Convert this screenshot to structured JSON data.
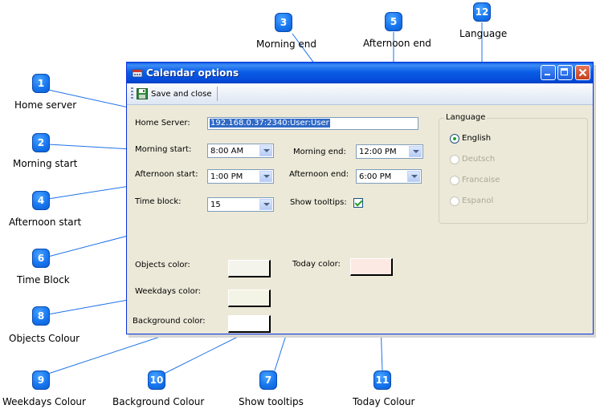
{
  "window": {
    "title": "Calendar options",
    "toolbar": {
      "save_label": "Save and close"
    }
  },
  "form": {
    "home_server": {
      "label": "Home Server:",
      "value": "192.168.0.37:2340:User:User"
    },
    "morning_start": {
      "label": "Morning start:",
      "value": "8:00 AM"
    },
    "morning_end": {
      "label": "Morning end:",
      "value": "12:00 PM"
    },
    "afternoon_start": {
      "label": "Afternoon start:",
      "value": "1:00 PM"
    },
    "afternoon_end": {
      "label": "Afternoon end:",
      "value": "6:00 PM"
    },
    "time_block": {
      "label": "Time block:",
      "value": "15"
    },
    "show_tooltips": {
      "label": "Show tooltips:",
      "checked": true
    },
    "objects_color": {
      "label": "Objects color:",
      "color": "#f4f4ec"
    },
    "weekdays_color": {
      "label": "Weekdays color:",
      "color": "#f4f4e6"
    },
    "background_color": {
      "label": "Background color:",
      "color": "#ffffff"
    },
    "today_color": {
      "label": "Today color:",
      "color": "#fde9e3"
    }
  },
  "language": {
    "title": "Language",
    "options": [
      {
        "label": "English",
        "selected": true,
        "enabled": true
      },
      {
        "label": "Deutsch",
        "selected": false,
        "enabled": false
      },
      {
        "label": "Francaise",
        "selected": false,
        "enabled": false
      },
      {
        "label": "Espanol",
        "selected": false,
        "enabled": false
      }
    ]
  },
  "callouts": [
    {
      "num": "1",
      "caption": "Home server"
    },
    {
      "num": "2",
      "caption": "Morning start"
    },
    {
      "num": "3",
      "caption": "Morning end"
    },
    {
      "num": "4",
      "caption": "Afternoon start"
    },
    {
      "num": "5",
      "caption": "Afternoon end"
    },
    {
      "num": "6",
      "caption": "Time Block"
    },
    {
      "num": "7",
      "caption": "Show tooltips"
    },
    {
      "num": "8",
      "caption": "Objects Colour"
    },
    {
      "num": "9",
      "caption": "Weekdays Colour"
    },
    {
      "num": "10",
      "caption": "Background Colour"
    },
    {
      "num": "11",
      "caption": "Today Colour"
    },
    {
      "num": "12",
      "caption": "Language"
    }
  ]
}
